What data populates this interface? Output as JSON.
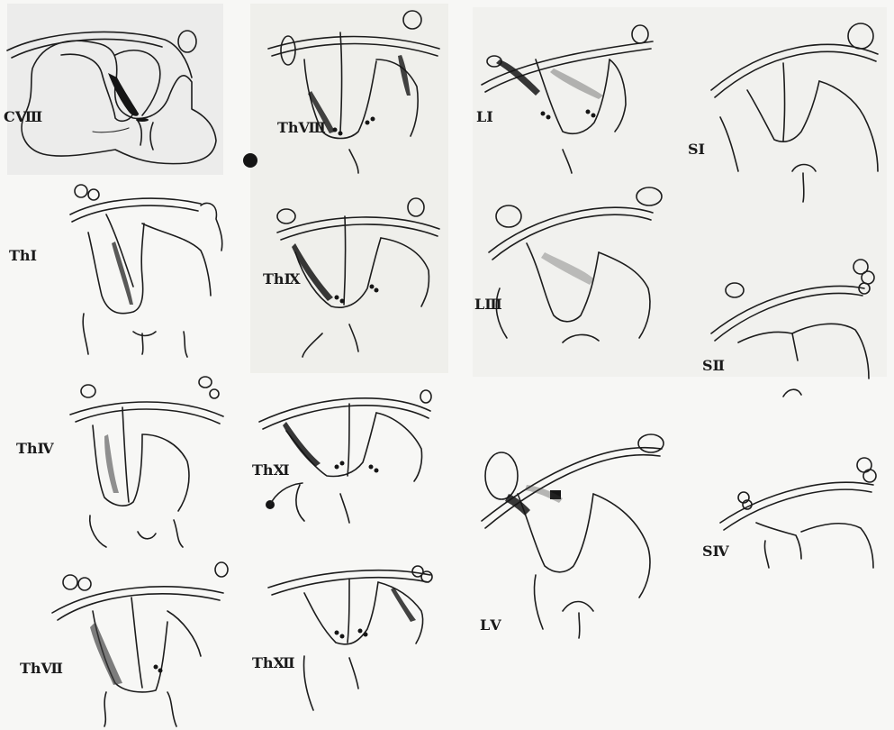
{
  "figure": {
    "panels": [
      {
        "key": "c8",
        "label": "CⅧ"
      },
      {
        "key": "th1",
        "label": "ThⅠ"
      },
      {
        "key": "th4",
        "label": "ThⅣ"
      },
      {
        "key": "th7",
        "label": "ThⅦ"
      },
      {
        "key": "th8",
        "label": "ThⅧ"
      },
      {
        "key": "th9",
        "label": "ThⅨ"
      },
      {
        "key": "th11",
        "label": "ThⅪ"
      },
      {
        "key": "th12",
        "label": "ThⅫ"
      },
      {
        "key": "l1",
        "label": "LⅠ"
      },
      {
        "key": "l3",
        "label": "LⅢ"
      },
      {
        "key": "l5",
        "label": "LⅤ"
      },
      {
        "key": "s1",
        "label": "SⅠ"
      },
      {
        "key": "s2",
        "label": "SⅡ"
      },
      {
        "key": "s4",
        "label": "SⅣ"
      }
    ]
  }
}
